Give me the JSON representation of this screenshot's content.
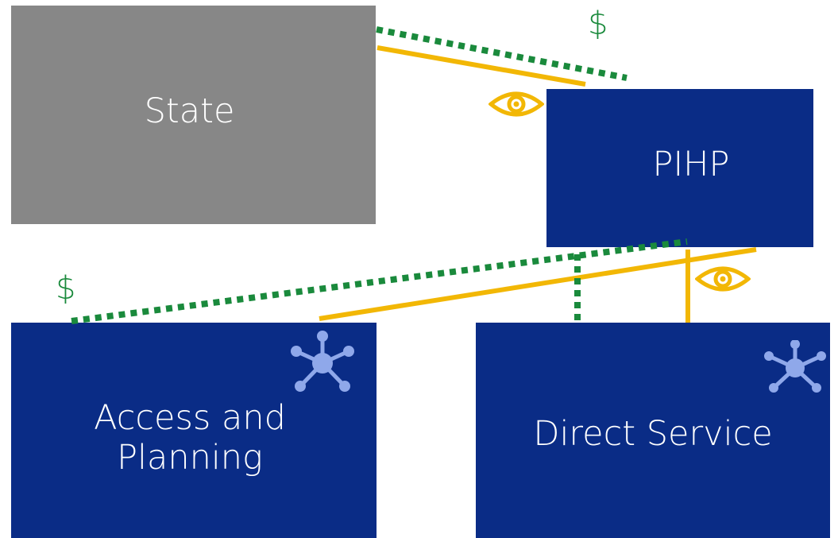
{
  "boxes": {
    "state": "State",
    "pihp": "PIHP",
    "access": "Access and\nPlanning",
    "direct": "Direct Service"
  },
  "symbols": {
    "dollar": "$",
    "eye_icon": "eye-icon",
    "network_icon": "network-icon"
  },
  "colors": {
    "gray_box": "#878787",
    "navy_box": "#0a2c86",
    "money_line": "#1a8a3c",
    "oversight_line": "#f2b705",
    "network_icon": "#8fa8ea"
  }
}
